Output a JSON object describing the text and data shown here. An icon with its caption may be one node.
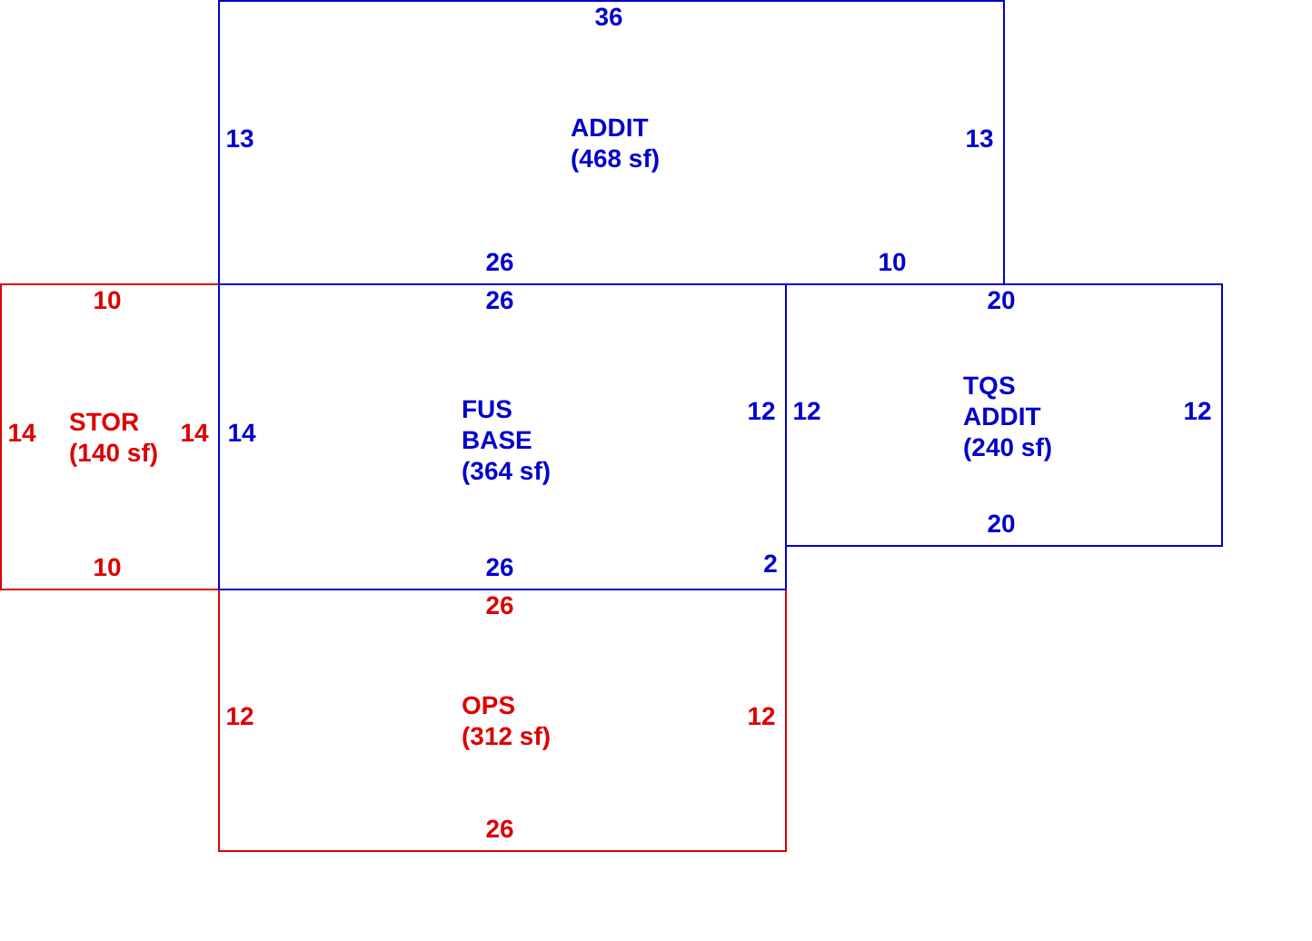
{
  "diagram": {
    "nodes": [
      {
        "text": [
          "ADDIT",
          "(468 sf)"
        ]
      },
      {
        "text": [
          "STOR",
          "(140 sf)"
        ]
      },
      {
        "text": [
          "FUS BASE",
          "(364 sf)"
        ]
      },
      {
        "text": [
          "TQS ADDIT",
          "(240 sf)"
        ]
      },
      {
        "text": [
          "OPS",
          "(312 sf)"
        ]
      }
    ],
    "labels": [
      "36",
      "13",
      "13",
      "26",
      "10",
      "10",
      "26",
      "20",
      "14",
      "14",
      "14",
      "12",
      "12",
      "12",
      "20",
      "10",
      "26",
      "2",
      "26",
      "12",
      "12",
      "26"
    ]
  }
}
